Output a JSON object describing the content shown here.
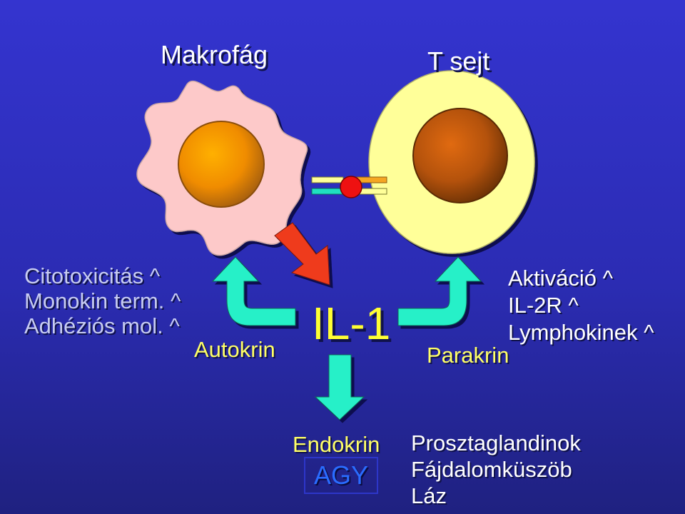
{
  "labels": {
    "macrophage": "Makrofág",
    "tcell": "T sejt",
    "il1": "IL-1",
    "autocrine": "Autokrin",
    "paracrine": "Parakrin",
    "endocrine": "Endokrin",
    "brain": "AGY"
  },
  "autocrine_effects": [
    "Citotoxicitás ^",
    "Monokin term. ^",
    "Adhéziós mol. ^"
  ],
  "paracrine_effects": [
    "Aktiváció ^",
    "IL-2R ^",
    "Lymphokinek ^"
  ],
  "endocrine_effects": [
    "Prosztaglandinok",
    "Fájdalomküszöb",
    "Láz"
  ],
  "colors": {
    "background": "#2e2fc0",
    "macrophage_body": "#fdc9c9",
    "macrophage_nucleus": "#f39c12",
    "tcell_body": "#ffff99",
    "tcell_nucleus": "#b8560b",
    "arrow_teal": "#27f0c8",
    "arrow_red": "#ef3a1d",
    "text_yellow": "#ffff33"
  }
}
